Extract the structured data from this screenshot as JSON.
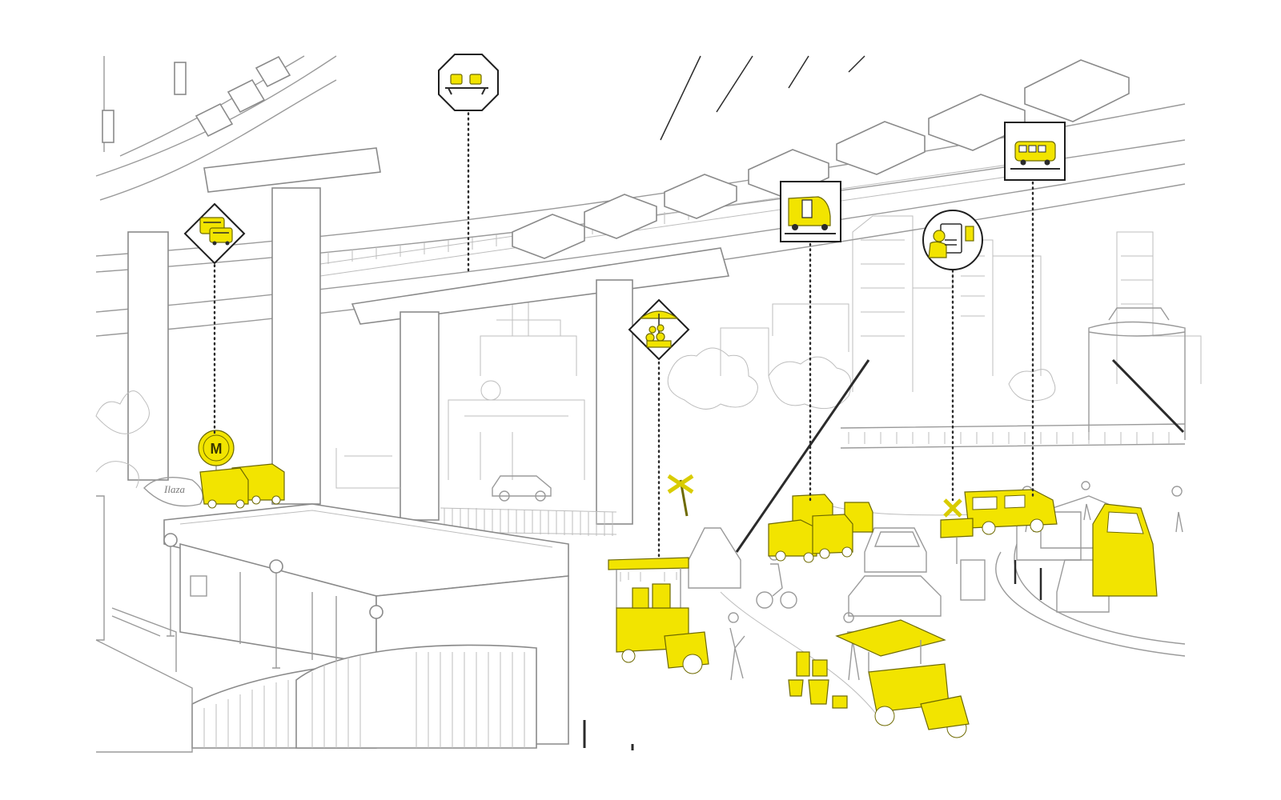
{
  "colors": {
    "highlight": "#f2e400",
    "line": "#9a9a9a",
    "ink": "#1e1e1e",
    "background": "#ffffff"
  },
  "markers": [
    {
      "id": "metro-bus",
      "frame": "diamond",
      "icon": "bus-and-minibus-icon"
    },
    {
      "id": "elevated-rail",
      "frame": "octagon",
      "icon": "elevated-train-icon"
    },
    {
      "id": "street-vendor",
      "frame": "diamond",
      "icon": "umbrella-vendor-icon"
    },
    {
      "id": "auto-rickshaw",
      "frame": "square",
      "icon": "auto-rickshaw-icon"
    },
    {
      "id": "ticket-machine",
      "frame": "circle",
      "icon": "ticket-vendor-icon"
    },
    {
      "id": "minibus",
      "frame": "square",
      "icon": "minibus-icon"
    }
  ],
  "station_sign": {
    "letter": "M"
  },
  "graffiti": {
    "text": "Ilaza"
  }
}
